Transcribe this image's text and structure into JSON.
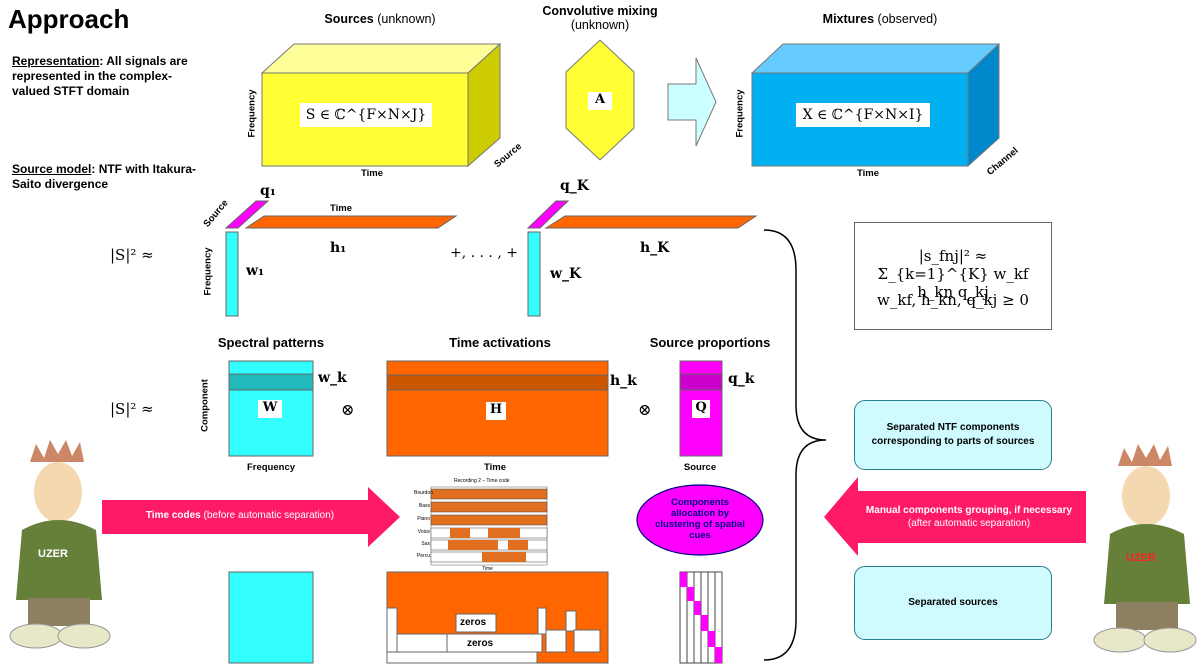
{
  "title": "Approach",
  "representation": {
    "label": "Representation",
    "text": ": All signals are represented in the complex-valued STFT domain"
  },
  "source_model": {
    "label": "Source model",
    "text": ": NTF with Itakura-Saito divergence"
  },
  "headers": {
    "sources_bold": "Sources",
    "sources_rest": " (unknown)",
    "mixing_bold": "Convolutive mixing",
    "mixing_rest": "(unknown)",
    "mixtures_bold": "Mixtures",
    "mixtures_rest": " (observed)"
  },
  "cube_s": {
    "formula": "S ∈ ℂ^{F×N×J}",
    "freq": "Frequency",
    "time": "Time",
    "depth": "Source"
  },
  "mixing": {
    "symbol": "A"
  },
  "cube_x": {
    "formula": "X ∈ ℂ^{F×N×I}",
    "freq": "Frequency",
    "time": "Time",
    "depth": "Channel"
  },
  "row1": {
    "lhs": "|S|² ≈",
    "source_axis": "Source",
    "time_axis": "Time",
    "freq_axis": "Frequency",
    "q1": "q₁",
    "h1": "h₁",
    "w1": "w₁",
    "dots": "+, . . . , +",
    "qK": "q_K",
    "hK": "h_K",
    "wK": "w_K"
  },
  "formula_box": {
    "line1": "|s_fnj|² ≈ Σ_{k=1}^{K} w_kf h_kn q_kj",
    "line2": "w_kf, h_kn, q_kj ≥ 0"
  },
  "row2": {
    "lhs": "|S|² ≈",
    "spectral": "Spectral patterns",
    "time_act": "Time activations",
    "source_prop": "Source proportions",
    "component_axis": "Component",
    "W": "W",
    "H": "H",
    "Q": "Q",
    "wk": "w_k",
    "hk": "h_k",
    "qk": "q_k",
    "otimes": "⊗",
    "freq_label": "Frequency",
    "time_label": "Time",
    "source_label": "Source"
  },
  "boxes": {
    "ntf_components": "Separated NTF components corresponding to parts of sources",
    "separated_sources": "Separated sources"
  },
  "arrows": {
    "time_codes_bold": "Time codes",
    "time_codes_rest": " (before automatic separation)",
    "grouping_bold": "Manual components grouping, if necessary",
    "grouping_rest": " (after automatic separation)"
  },
  "ellipse": "Components allocation by clustering of spatial cues",
  "timecode_chart": {
    "title": "Recording 2 – Time code",
    "rows": [
      "Bourdon",
      "Bass",
      "Piano",
      "Voice",
      "Sax",
      "Percu"
    ],
    "xlabel": "Time"
  },
  "zeros": [
    "zeros",
    "zeros"
  ],
  "user_label_left": "UZER",
  "user_label_right": "UZER",
  "colors": {
    "yellow": "#ffff33",
    "cyan": "#33ffff",
    "orange": "#ff6600",
    "magenta": "#ff00ff",
    "blue": "#00b0f0",
    "pink": "#ff1a66",
    "light_cyan": "#ccffff"
  }
}
